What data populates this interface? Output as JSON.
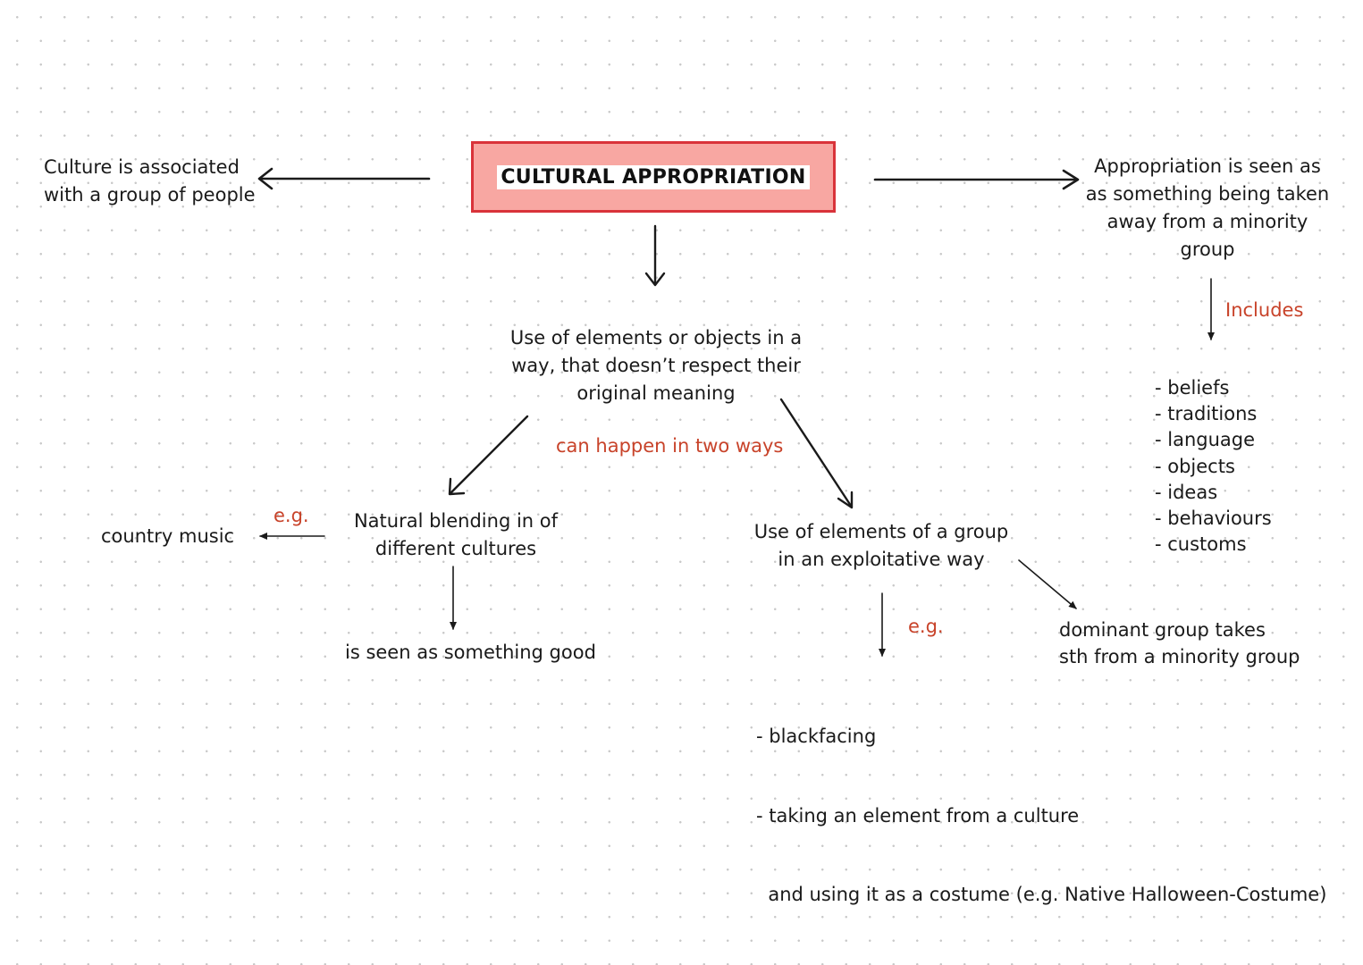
{
  "title": "CULTURAL APPROPRIATION",
  "left": {
    "lines": [
      "Culture is associated",
      "with a group of people"
    ]
  },
  "right": {
    "lines": [
      "Appropriation is seen as",
      "as something being taken",
      "away from a minority",
      "group"
    ],
    "includes_label": "Includes",
    "items": [
      "- beliefs",
      "- traditions",
      "- language",
      "- objects",
      "- ideas",
      "- behaviours",
      "- customs"
    ]
  },
  "definition": {
    "lines": [
      "Use of elements or objects in a",
      "way, that doesn’t respect their",
      "original meaning"
    ],
    "note": "can happen in two ways"
  },
  "branch_natural": {
    "lines": [
      "Natural blending in of",
      "different cultures"
    ],
    "eg_label": "e.g.",
    "example": "country music",
    "result": "is seen as something good"
  },
  "branch_exploit": {
    "lines": [
      "Use of elements of a group",
      "in an exploitative way"
    ],
    "eg_label": "e.g.",
    "consequence_lines": [
      "dominant group takes",
      "sth from a minority group"
    ],
    "examples_lines": [
      "- blackfacing",
      "- taking an element from a culture",
      "  and using it as a costume (e.g. Native Halloween-Costume)"
    ]
  },
  "colors": {
    "accent_red": "#c8432a",
    "box_fill": "#f8a7a2",
    "box_border": "#d9333a"
  }
}
